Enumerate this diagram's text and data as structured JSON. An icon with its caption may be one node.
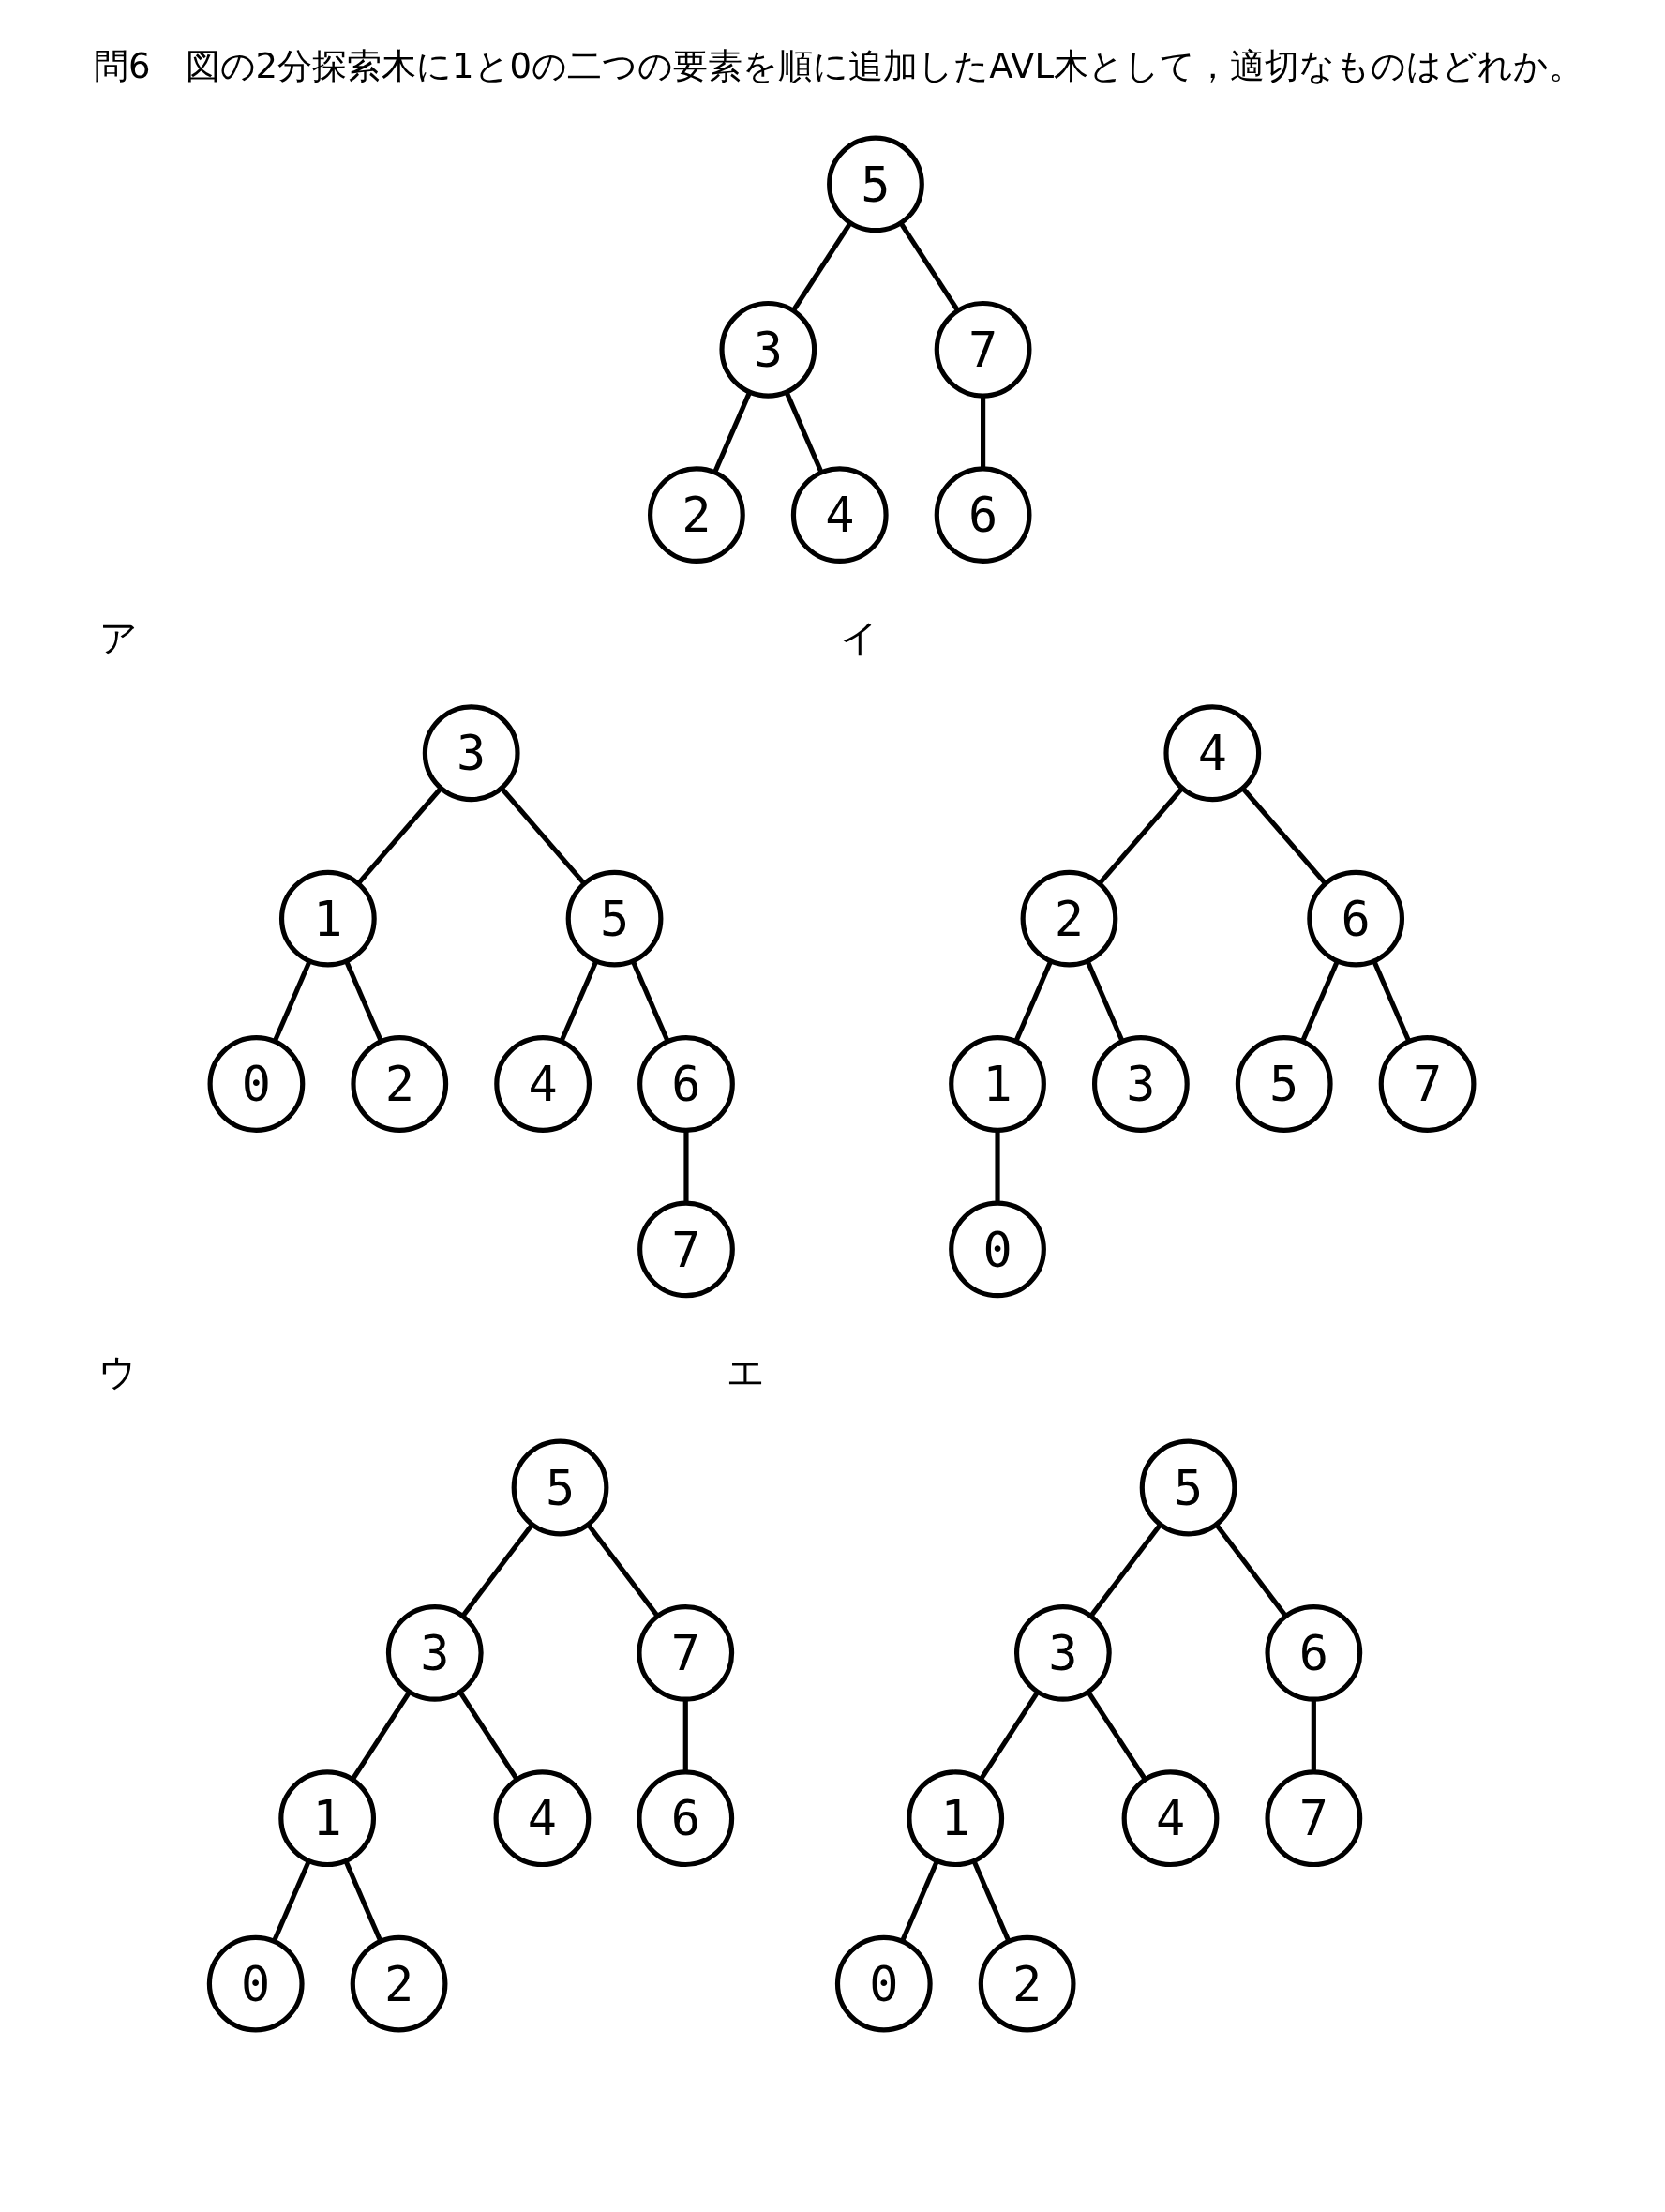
{
  "diagram": {
    "title": "問6　図の2分探索木に1と0の二つの要素を順に追加したAVL木として，適切なものはどれか。",
    "nodes": [
      {
        "text": [
          "5"
        ]
      },
      {
        "text": [
          "3"
        ]
      },
      {
        "text": [
          "7"
        ]
      },
      {
        "text": [
          "2"
        ]
      },
      {
        "text": [
          "4"
        ]
      },
      {
        "text": [
          "6"
        ]
      },
      {
        "text": [
          "3"
        ]
      },
      {
        "text": [
          "1"
        ]
      },
      {
        "text": [
          "5"
        ]
      },
      {
        "text": [
          "0"
        ]
      },
      {
        "text": [
          "2"
        ]
      },
      {
        "text": [
          "4"
        ]
      },
      {
        "text": [
          "6"
        ]
      },
      {
        "text": [
          "7"
        ]
      },
      {
        "text": [
          "4"
        ]
      },
      {
        "text": [
          "2"
        ]
      },
      {
        "text": [
          "6"
        ]
      },
      {
        "text": [
          "1"
        ]
      },
      {
        "text": [
          "3"
        ]
      },
      {
        "text": [
          "5"
        ]
      },
      {
        "text": [
          "7"
        ]
      },
      {
        "text": [
          "0"
        ]
      },
      {
        "text": [
          "5"
        ]
      },
      {
        "text": [
          "3"
        ]
      },
      {
        "text": [
          "7"
        ]
      },
      {
        "text": [
          "1"
        ]
      },
      {
        "text": [
          "4"
        ]
      },
      {
        "text": [
          "6"
        ]
      },
      {
        "text": [
          "0"
        ]
      },
      {
        "text": [
          "2"
        ]
      },
      {
        "text": [
          "5"
        ]
      },
      {
        "text": [
          "3"
        ]
      },
      {
        "text": [
          "6"
        ]
      },
      {
        "text": [
          "1"
        ]
      },
      {
        "text": [
          "4"
        ]
      },
      {
        "text": [
          "7"
        ]
      },
      {
        "text": [
          "0"
        ]
      },
      {
        "text": [
          "2"
        ]
      }
    ],
    "edges": [
      {
        "from": 0,
        "to": 1,
        "arrow": "none"
      },
      {
        "from": 0,
        "to": 2,
        "arrow": "none"
      },
      {
        "from": 1,
        "to": 3,
        "arrow": "none"
      },
      {
        "from": 1,
        "to": 4,
        "arrow": "none"
      },
      {
        "from": 2,
        "to": 5,
        "arrow": "none"
      },
      {
        "from": 6,
        "to": 7,
        "arrow": "none"
      },
      {
        "from": 6,
        "to": 8,
        "arrow": "none"
      },
      {
        "from": 7,
        "to": 9,
        "arrow": "none"
      },
      {
        "from": 7,
        "to": 10,
        "arrow": "none"
      },
      {
        "from": 8,
        "to": 11,
        "arrow": "none"
      },
      {
        "from": 8,
        "to": 12,
        "arrow": "none"
      },
      {
        "from": 12,
        "to": 13,
        "arrow": "none"
      },
      {
        "from": 14,
        "to": 15,
        "arrow": "none"
      },
      {
        "from": 14,
        "to": 16,
        "arrow": "none"
      },
      {
        "from": 15,
        "to": 17,
        "arrow": "none"
      },
      {
        "from": 15,
        "to": 18,
        "arrow": "none"
      },
      {
        "from": 16,
        "to": 19,
        "arrow": "none"
      },
      {
        "from": 16,
        "to": 20,
        "arrow": "none"
      },
      {
        "from": 17,
        "to": 21,
        "arrow": "none"
      },
      {
        "from": 22,
        "to": 23,
        "arrow": "none"
      },
      {
        "from": 22,
        "to": 24,
        "arrow": "none"
      },
      {
        "from": 23,
        "to": 25,
        "arrow": "none"
      },
      {
        "from": 23,
        "to": 26,
        "arrow": "none"
      },
      {
        "from": 24,
        "to": 27,
        "arrow": "none"
      },
      {
        "from": 25,
        "to": 28,
        "arrow": "none"
      },
      {
        "from": 25,
        "to": 29,
        "arrow": "none"
      },
      {
        "from": 30,
        "to": 31,
        "arrow": "none"
      },
      {
        "from": 30,
        "to": 32,
        "arrow": "none"
      },
      {
        "from": 31,
        "to": 33,
        "arrow": "none"
      },
      {
        "from": 31,
        "to": 34,
        "arrow": "none"
      },
      {
        "from": 32,
        "to": 35,
        "arrow": "none"
      },
      {
        "from": 33,
        "to": 36,
        "arrow": "none"
      },
      {
        "from": 33,
        "to": 37,
        "arrow": "none"
      }
    ],
    "labels": [
      "ア",
      "イ",
      "ウ",
      "エ"
    ]
  }
}
